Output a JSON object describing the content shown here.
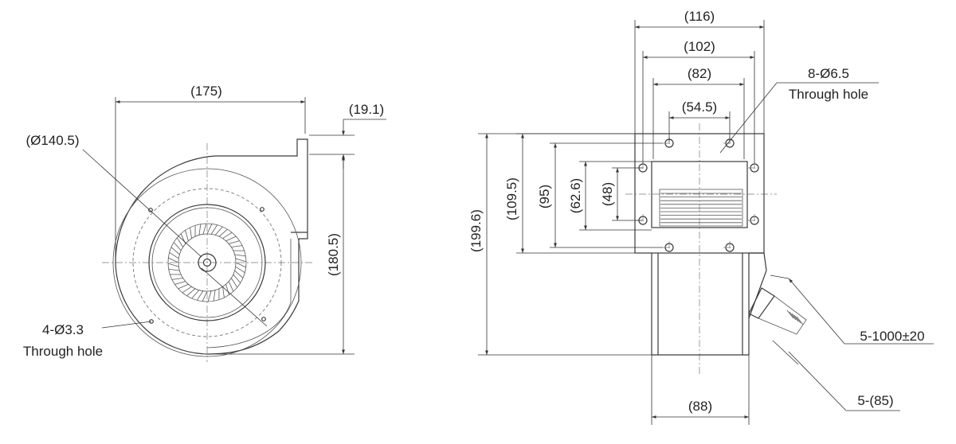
{
  "side_view": {
    "dim_width": "(175)",
    "dim_flange": "(19.1)",
    "dim_diameter": "(Ø140.5)",
    "dim_height": "(180.5)",
    "hole_count": "4-Ø3.3",
    "hole_type": "Through hole"
  },
  "front_view": {
    "dim_116": "(116)",
    "dim_102": "(102)",
    "dim_82": "(82)",
    "dim_54_5": "(54.5)",
    "dim_199_6": "(199.6)",
    "dim_109_5": "(109.5)",
    "dim_95": "(95)",
    "dim_62_6": "(62.6)",
    "dim_48": "(48)",
    "dim_88": "(88)",
    "hole_count": "8-Ø6.5",
    "hole_type": "Through hole",
    "lead_count": "5-1000±20",
    "lead_strip": "5-(85)"
  },
  "colors": {
    "line": "#3a3a3a",
    "text": "#222222",
    "background": "#ffffff"
  }
}
